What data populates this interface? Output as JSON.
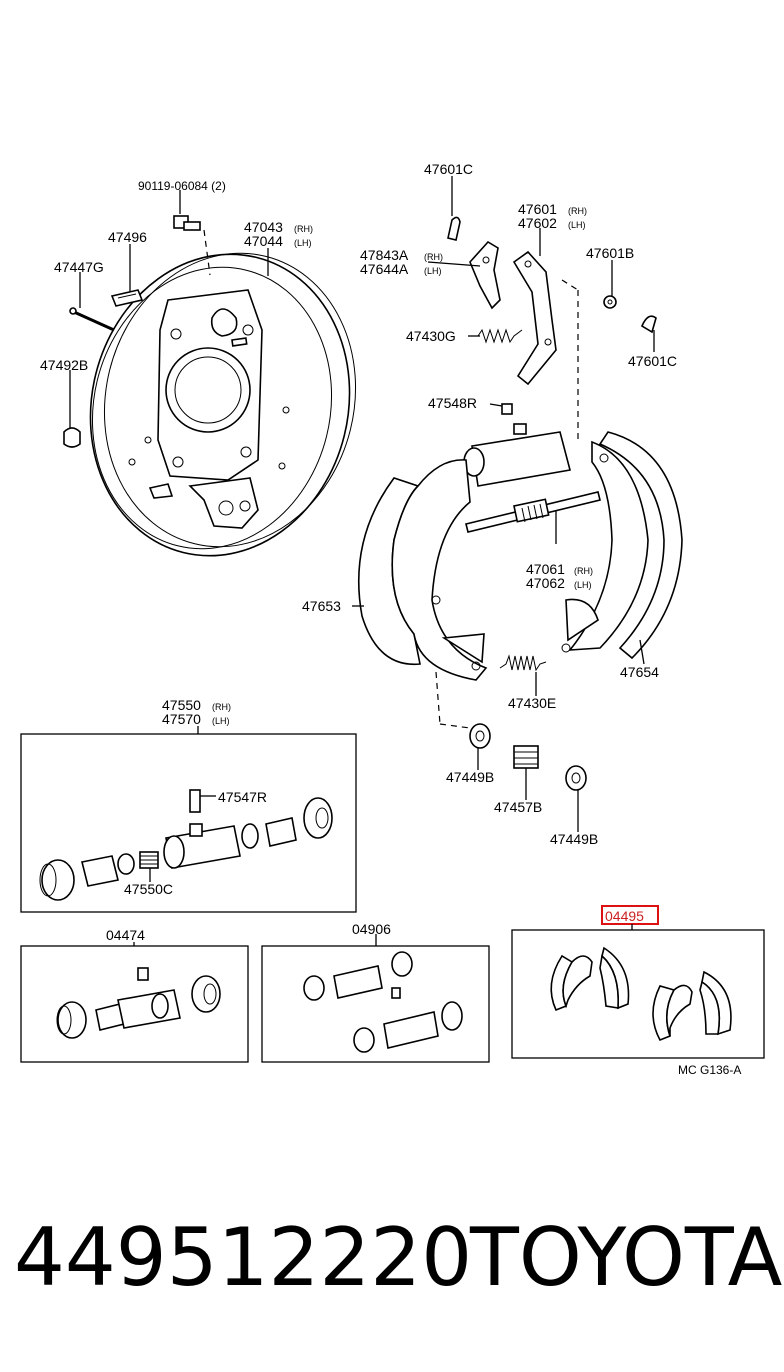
{
  "labels": {
    "bolt_90119": "90119-06084 (2)",
    "p47496": "47496",
    "p47447g": "47447G",
    "p47492b": "47492B",
    "backing_plate_rh": "47043",
    "backing_plate_rh_side": "(RH)",
    "backing_plate_lh": "47044",
    "backing_plate_lh_side": "(LH)",
    "p47601c_top": "47601C",
    "lever_rh": "47601",
    "lever_rh_side": "(RH)",
    "lever_lh": "47602",
    "lever_lh_side": "(LH)",
    "p47843a": "47843A",
    "p47843a_side": "(RH)",
    "p47644a": "47644A",
    "p47644a_side": "(LH)",
    "p47601b": "47601B",
    "p47430g": "47430G",
    "p47601c_bottom": "47601C",
    "p47548r": "47548R",
    "adjuster_rh": "47061",
    "adjuster_rh_side": "(RH)",
    "adjuster_lh": "47062",
    "adjuster_lh_side": "(LH)",
    "p47653": "47653",
    "p47654": "47654",
    "p47430e": "47430E",
    "p47449b_left": "47449B",
    "p47457b": "47457B",
    "p47449b_right": "47449B",
    "cylinder_rh": "47550",
    "cylinder_rh_side": "(RH)",
    "cylinder_lh": "47570",
    "cylinder_lh_side": "(LH)",
    "p47547r": "47547R",
    "p47550c": "47550C",
    "kit_04474": "04474",
    "kit_04906": "04906",
    "kit_04495": "04495",
    "figure_code": "MC G136-A"
  },
  "footer": {
    "part_number": "449512220",
    "brand": "TOYOTA"
  },
  "colors": {
    "highlight": "#dd1111"
  }
}
